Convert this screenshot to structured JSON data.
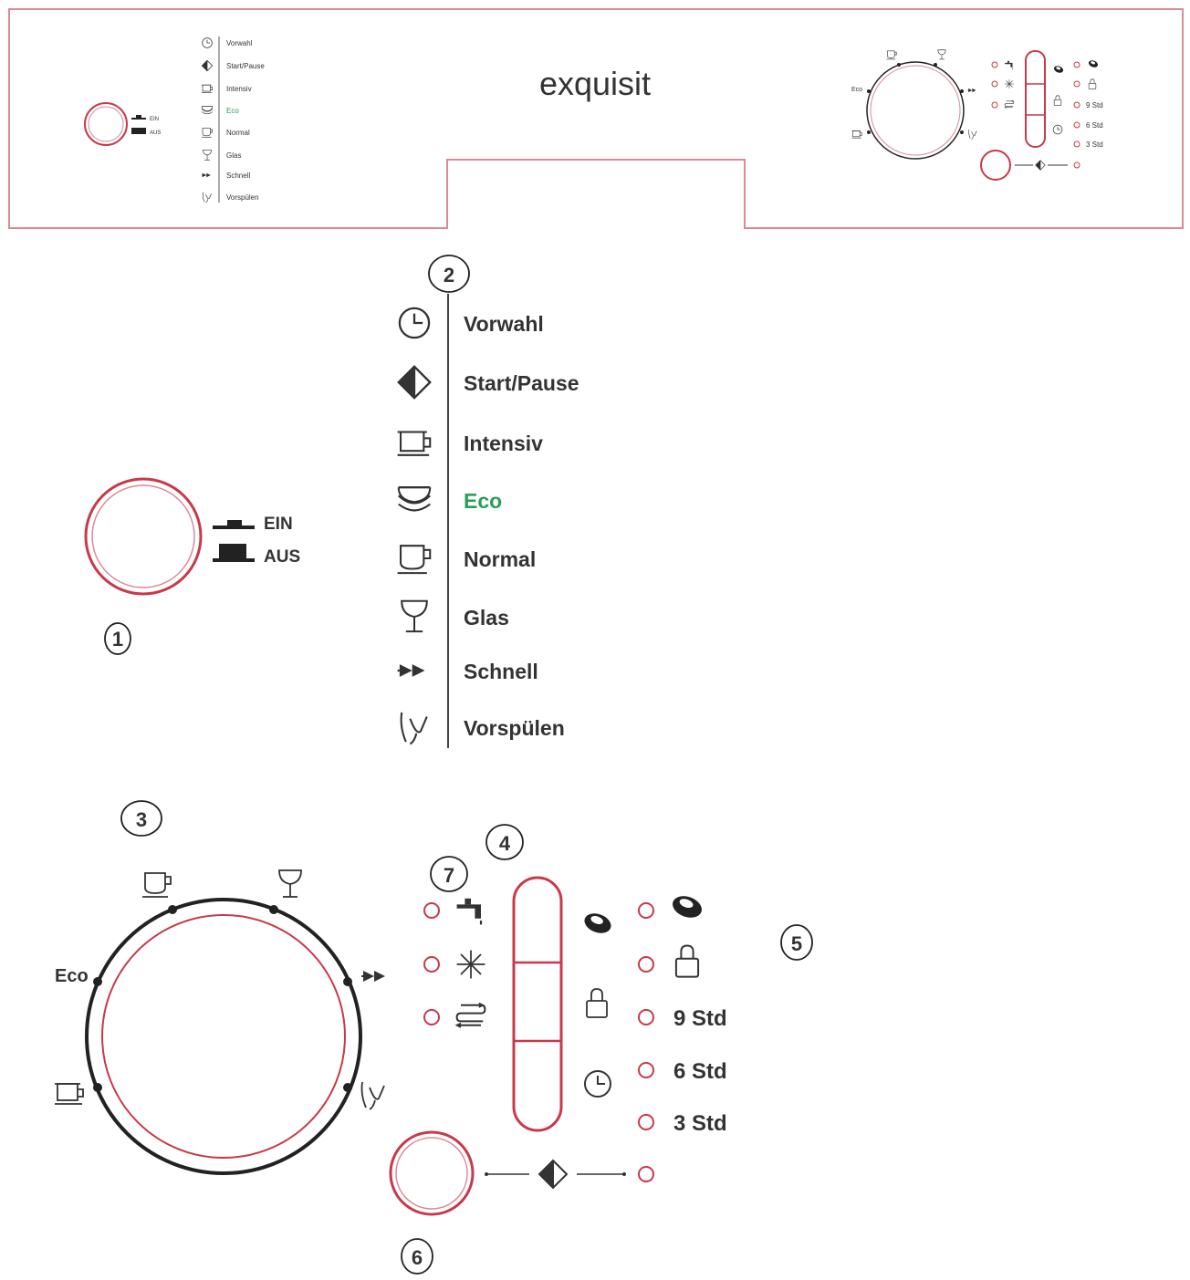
{
  "brand": "exquisit",
  "colors": {
    "outline": "#d98a96",
    "knob": "#c8394a",
    "eco": "#2aa05a",
    "ink": "#333333"
  },
  "power": {
    "on_label": "EIN",
    "off_label": "AUS",
    "callout": "1"
  },
  "programs": {
    "callout": "2",
    "items": [
      {
        "icon": "clock-icon",
        "label": "Vorwahl"
      },
      {
        "icon": "start-pause-icon",
        "label": "Start/Pause"
      },
      {
        "icon": "pot-icon",
        "label": "Intensiv"
      },
      {
        "icon": "plates-icon",
        "label": "Eco"
      },
      {
        "icon": "cup-icon",
        "label": "Normal"
      },
      {
        "icon": "glass-icon",
        "label": "Glas"
      },
      {
        "icon": "fast-forward-icon",
        "label": "Schnell"
      },
      {
        "icon": "rinse-icon",
        "label": "Vorspülen"
      }
    ]
  },
  "dial": {
    "callout": "3",
    "eco_label": "Eco"
  },
  "selector": {
    "callout": "4"
  },
  "indicators": {
    "callout": "5",
    "items": [
      {
        "icon": "tablet-icon",
        "label": ""
      },
      {
        "icon": "lock-icon",
        "label": ""
      },
      {
        "icon": "",
        "label": "9 Std"
      },
      {
        "icon": "",
        "label": "6 Std"
      },
      {
        "icon": "",
        "label": "3 Std"
      }
    ]
  },
  "start_button": {
    "callout": "6"
  },
  "warnings": {
    "callout": "7",
    "items": [
      {
        "icon": "water-tap-icon"
      },
      {
        "icon": "rinse-aid-icon"
      },
      {
        "icon": "salt-icon"
      }
    ]
  }
}
